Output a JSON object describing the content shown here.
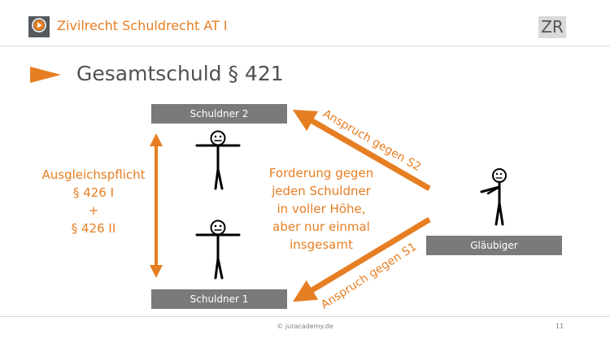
{
  "header": {
    "course_title": "Zivilrecht Schuldrecht AT I",
    "badge": "ZR"
  },
  "slide": {
    "title": "Gesamtschuld § 421"
  },
  "diagram": {
    "schuldner_2": "Schuldner 2",
    "schuldner_1": "Schuldner 1",
    "glaeubiger": "Gläubiger",
    "ausgleich": [
      "Ausgleichspflicht",
      "§ 426 I",
      "+",
      "§ 426 II"
    ],
    "forderung": [
      "Forderung gegen",
      "jeden Schuldner",
      "in voller Höhe,",
      "aber nur einmal",
      "insgesamt"
    ],
    "anspruch_s2": "Anspruch gegen S2",
    "anspruch_s1": "Anspruch gegen S1"
  },
  "footer": {
    "copyright": "© juracademy.de",
    "page_number": "11"
  },
  "colors": {
    "accent": "#e67e22",
    "box": "#7a7a7a",
    "logo": "#555a5f"
  },
  "icons": [
    "play-icon",
    "title-arrow-icon",
    "stick-figure-icon"
  ]
}
